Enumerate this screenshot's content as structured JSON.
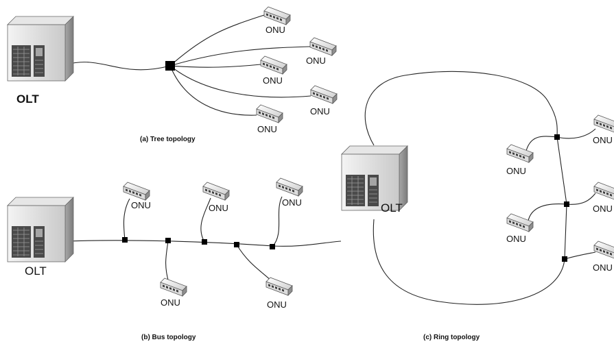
{
  "tree": {
    "olt_label": "OLT",
    "onu_labels": [
      "ONU",
      "ONU",
      "ONU",
      "ONU",
      "ONU"
    ],
    "caption": "(a) Tree topology"
  },
  "bus": {
    "olt_label": "OLT",
    "onu_labels": [
      "ONU",
      "ONU",
      "ONU",
      "ONU",
      "ONU"
    ],
    "caption": "(b) Bus topology"
  },
  "ring": {
    "olt_label": "OLT",
    "onu_labels": [
      "ONU",
      "ONU",
      "ONU",
      "ONU",
      "ONU"
    ],
    "caption": "(c) Ring topology"
  },
  "colors": {
    "line": "#222222",
    "splitter": "#000000",
    "device_light": "#eeeeee",
    "device_dark": "#555555"
  }
}
